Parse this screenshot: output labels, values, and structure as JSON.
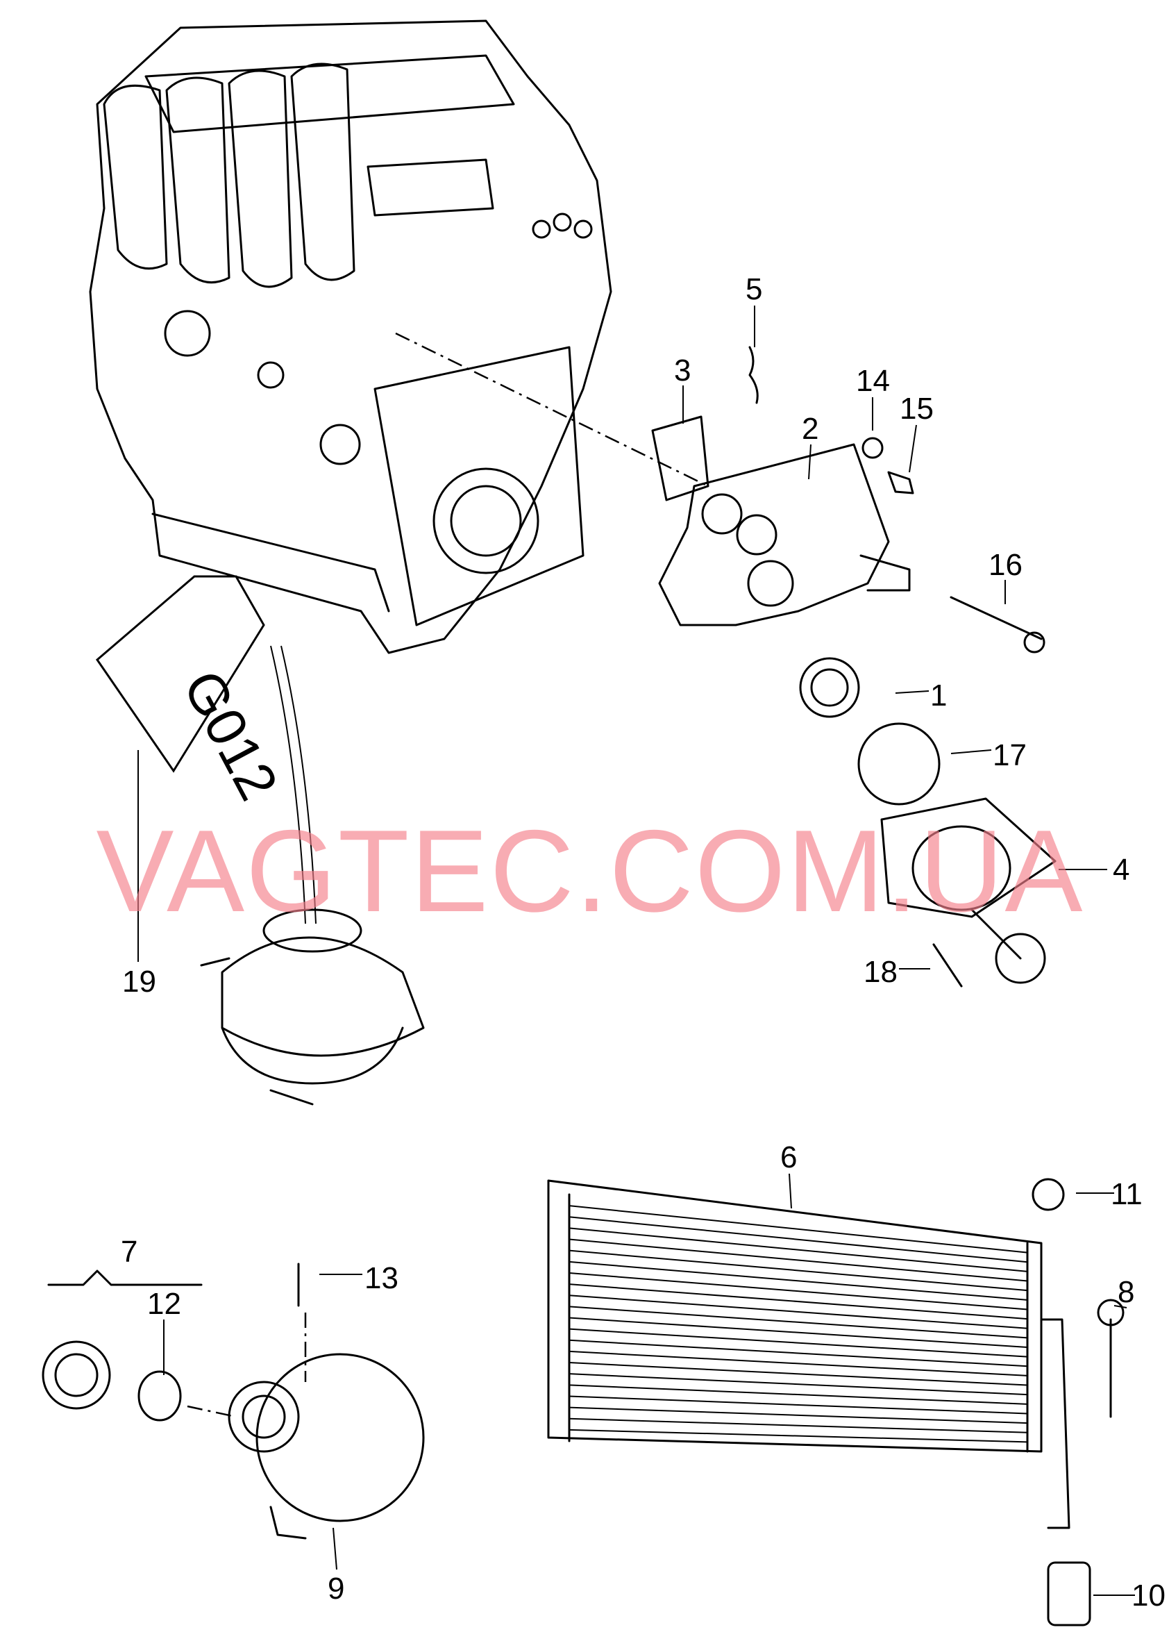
{
  "watermark": "VAGTEC.COM.UA",
  "canister_marking": "G012",
  "callouts": [
    {
      "id": "1",
      "text": "1"
    },
    {
      "id": "2",
      "text": "2"
    },
    {
      "id": "3",
      "text": "3"
    },
    {
      "id": "4",
      "text": "4"
    },
    {
      "id": "5",
      "text": "5"
    },
    {
      "id": "6",
      "text": "6"
    },
    {
      "id": "7",
      "text": "7"
    },
    {
      "id": "8",
      "text": "8"
    },
    {
      "id": "9",
      "text": "9"
    },
    {
      "id": "10",
      "text": "10"
    },
    {
      "id": "11",
      "text": "11"
    },
    {
      "id": "12",
      "text": "12"
    },
    {
      "id": "13",
      "text": "13"
    },
    {
      "id": "14",
      "text": "14"
    },
    {
      "id": "15",
      "text": "15"
    },
    {
      "id": "16",
      "text": "16"
    },
    {
      "id": "17",
      "text": "17"
    },
    {
      "id": "18",
      "text": "18"
    },
    {
      "id": "19",
      "text": "19"
    }
  ]
}
